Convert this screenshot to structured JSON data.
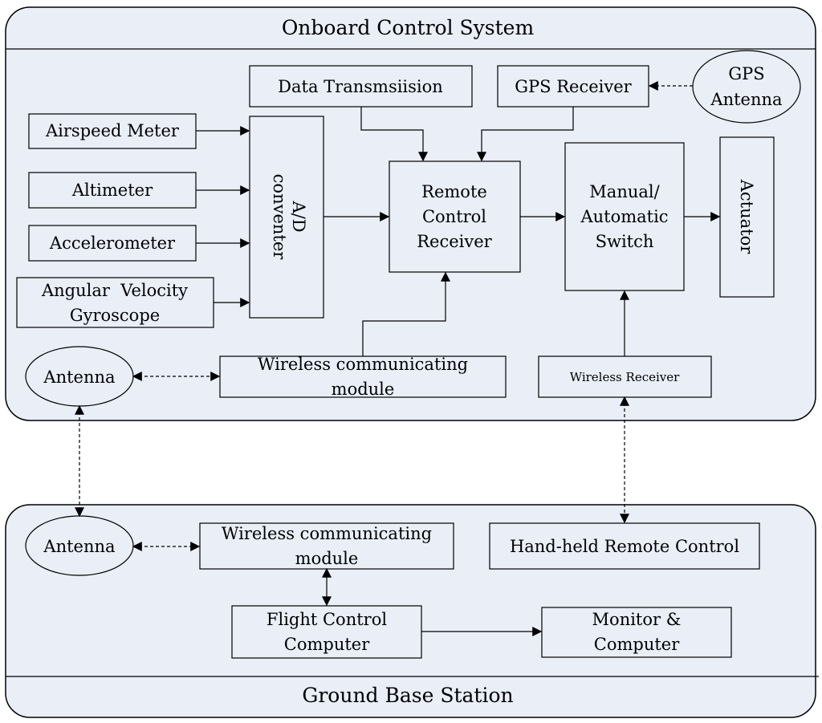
{
  "onboard": {
    "title": "Onboard Control System",
    "data_transmission": "Data Transmsiision",
    "gps_receiver": "GPS Receiver",
    "gps_antenna": [
      "GPS",
      "Antenna"
    ],
    "airspeed_meter": "Airspeed Meter",
    "altimeter": "Altimeter",
    "accelerometer": "Accelerometer",
    "angular_velocity_gyroscope": [
      "Angular  Velocity",
      "Gyroscope"
    ],
    "ad_converter": [
      "A/D",
      "conventer"
    ],
    "remote_control_receiver": [
      "Remote",
      "Control",
      "Receiver"
    ],
    "manual_automatic_switch": [
      "Manual/",
      "Automatic",
      "Switch"
    ],
    "actuator": "Actuator",
    "antenna": "Antenna",
    "wireless_module": [
      "Wireless communicating",
      "module"
    ],
    "wireless_receiver": "Wireless Receiver"
  },
  "ground": {
    "title": "Ground Base Station",
    "antenna": "Antenna",
    "wireless_module": [
      "Wireless communicating",
      "module"
    ],
    "hand_held_remote": "Hand-held Remote Control",
    "flight_control_computer": [
      "Flight Control",
      "Computer"
    ],
    "monitor_computer": [
      "Monitor &",
      "Computer"
    ]
  }
}
